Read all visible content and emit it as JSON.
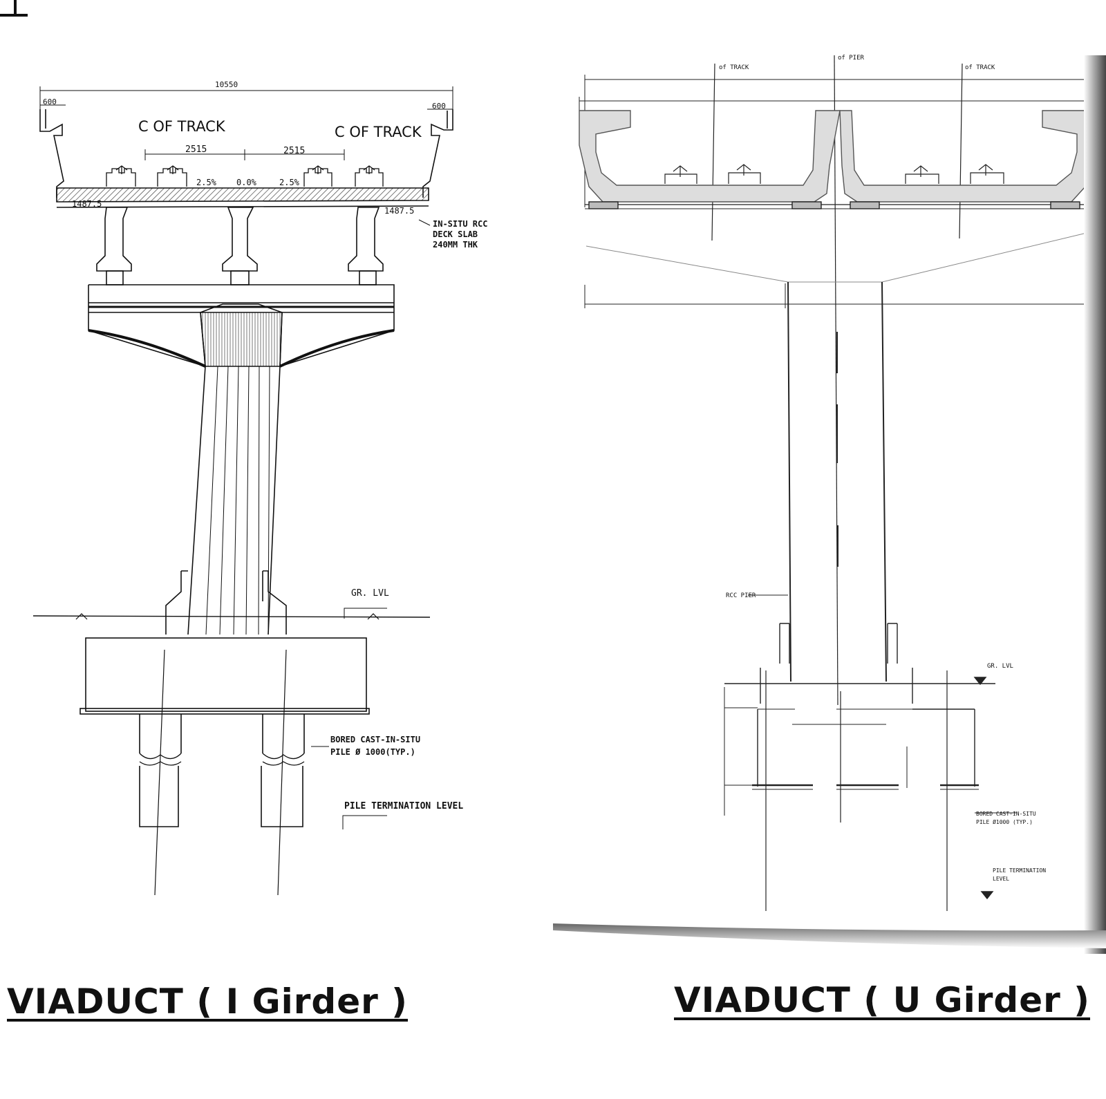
{
  "i_girder": {
    "title": "VIADUCT ( I Girder )",
    "dims": {
      "overall": "10550",
      "left_edge": "600",
      "right_edge": "600",
      "spacing_1": "2515",
      "spacing_2": "2515",
      "left_offset": "1487.5",
      "right_offset": "1487.5"
    },
    "track_labels": [
      "C OF TRACK",
      "C OF TRACK"
    ],
    "slopes": [
      "2.5%",
      "0.0%",
      "2.5%"
    ],
    "deck_note": [
      "IN-SITU RCC",
      "DECK SLAB",
      "240MM THK"
    ],
    "ground_label": "GR. LVL",
    "pile_note": [
      "BORED CAST-IN-SITU",
      "PILE Ø 1000(TYP.)"
    ],
    "pile_termination": "PILE TERMINATION LEVEL"
  },
  "u_girder": {
    "title": "VIADUCT ( U Girder )",
    "track_left": "of TRACK",
    "track_right": "of TRACK",
    "pier_center": "of PIER",
    "pier_label": "RCC PIER",
    "ground_label": "GR. LVL",
    "pile_note": [
      "BORED CAST-IN-SITU",
      "PILE Ø1000 (TYP.)"
    ],
    "pile_termination": [
      "PILE TERMINATION",
      "LEVEL"
    ]
  }
}
